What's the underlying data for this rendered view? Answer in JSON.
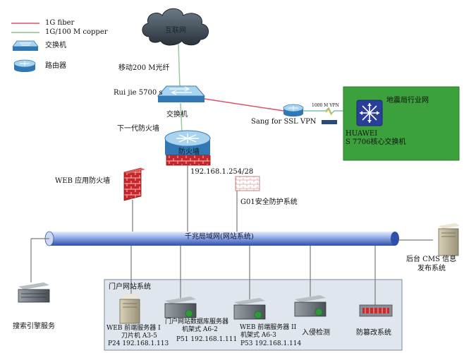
{
  "legend": {
    "fiber_label": "1G fiber",
    "copper_label": "1G/100 M copper",
    "switch_label": "交换机",
    "router_label": "路由器",
    "fiber_color": "#d9526e",
    "copper_color": "#8fbf8f"
  },
  "cloud": {
    "label": "互联网"
  },
  "uplink": {
    "label": "移动200 M光纤"
  },
  "core_switch": {
    "model": "Rui jie 5700 s",
    "label": "交换机"
  },
  "firewall": {
    "title": "下一代防火墙",
    "label": "防火墙",
    "ip": "192.168.1.254/28"
  },
  "vpn": {
    "label": "Sang for SSL VPN",
    "link_label": "1000 M VPN"
  },
  "bureau": {
    "title": "地震局行业网",
    "device_line1": "HUAWEI",
    "device_line2": "S 7706核心交换机",
    "box_color": "#3ca03c"
  },
  "waf": {
    "label": "WEB 应用防火墙"
  },
  "g01": {
    "label": "G01安全防护系统"
  },
  "backbone": {
    "label": "千兆局域网(网站系统)"
  },
  "cms": {
    "line1": "后台 CMS 信息",
    "line2": "发布系统"
  },
  "search": {
    "label": "搜索引擎服务"
  },
  "portal": {
    "title": "门户网站系统",
    "web1": {
      "line1": "WEB 前端服务器 I",
      "line2": "刀片机 A3-5",
      "line3": "P24  192.168.1.113"
    },
    "db": {
      "line1": "门户网站数据库服务器",
      "line2": "机架式 A6-2",
      "line3": "P51  192.168.1.111"
    },
    "web2": {
      "line1": "WEB 前端服务器 II",
      "line2": "机架式 A6-3",
      "line3": "P53  192.168.1.114"
    },
    "ids": {
      "label": "入侵检测"
    },
    "antitamper": {
      "label": "防篡改系统"
    }
  }
}
